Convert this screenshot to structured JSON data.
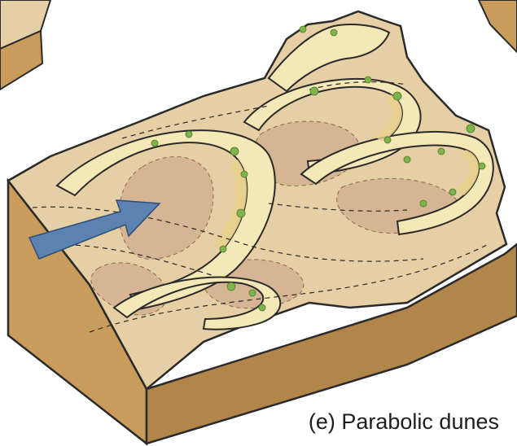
{
  "caption": "(e) Parabolic dunes",
  "icons": {
    "wind_arrow": "wind-direction-arrow",
    "vegetation": "vegetation-clumps"
  },
  "colors": {
    "background": "#ffffff",
    "block_side": "#c99c5c",
    "block_side_dark": "#b2864a",
    "sand_surface": "#e6cfa4",
    "dune_crest": "#f3e8b6",
    "interdune_pink": "#d6b594",
    "wind_arrow": "#5b82b0",
    "vegetation": "#7fb34b",
    "outline": "#2a2a2a"
  }
}
